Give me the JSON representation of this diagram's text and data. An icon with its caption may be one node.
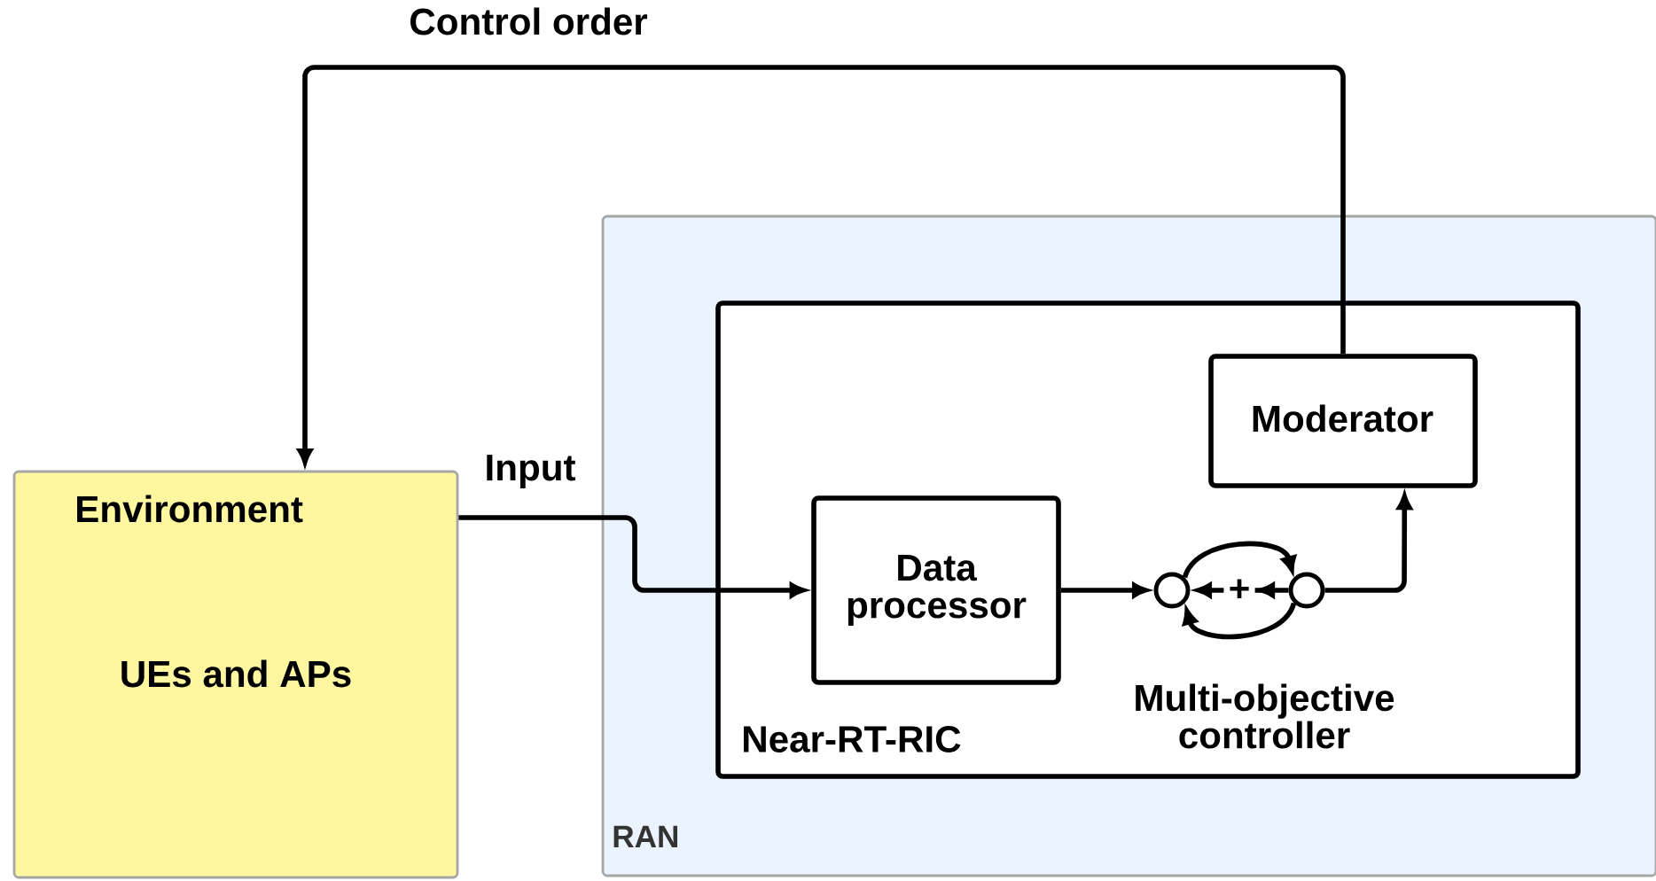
{
  "diagram": {
    "nodes": [
      {
        "text": [
          "Environment",
          "UEs and APs"
        ]
      },
      {
        "text": [
          "RAN"
        ]
      },
      {
        "text": [
          "Near-RT-RIC"
        ],
        "in": 1
      },
      {
        "text": [
          "Data processor"
        ],
        "in": 2
      },
      {
        "text": [
          "Moderator"
        ],
        "in": 2
      },
      {
        "text": [],
        "shape": "circle",
        "in": 2
      },
      {
        "text": [],
        "shape": "circle",
        "in": 2
      }
    ],
    "edges": [
      {
        "from": 0,
        "to": 3,
        "arrow": "to",
        "label": "Input"
      },
      {
        "from": 3,
        "to": 5,
        "arrow": "to"
      },
      {
        "from": 6,
        "to": 4,
        "arrow": "to"
      },
      {
        "from": 4,
        "to": 0,
        "arrow": "to",
        "label": "Control order"
      },
      {
        "from": 5,
        "to": 6,
        "arrow": "to"
      },
      {
        "from": 6,
        "to": 5,
        "arrow": "to"
      },
      {
        "from": 6,
        "to": 5,
        "arrow": "to",
        "label": "+"
      }
    ],
    "labels": [
      "Multi-objective controller"
    ]
  }
}
